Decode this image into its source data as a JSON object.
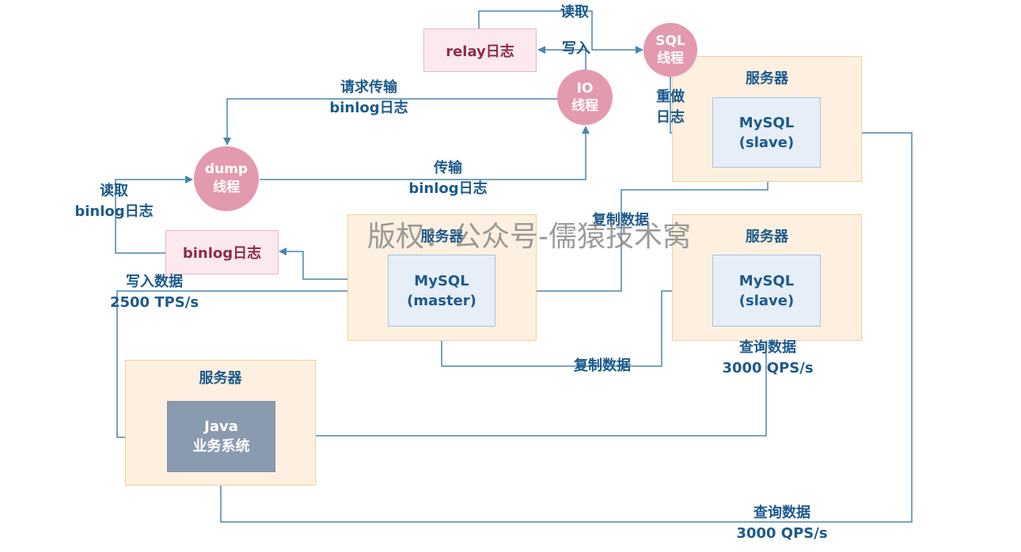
{
  "servers": {
    "slave_top": {
      "title": "服务器",
      "db_name": "MySQL",
      "db_role": "(slave)"
    },
    "master": {
      "title": "服务器",
      "db_name": "MySQL",
      "db_role": "(master)"
    },
    "slave_mid": {
      "title": "服务器",
      "db_name": "MySQL",
      "db_role": "(slave)"
    },
    "java": {
      "title": "服务器",
      "app_line1": "Java",
      "app_line2": "业务系统"
    }
  },
  "logs": {
    "relay": "relay日志",
    "binlog": "binlog日志"
  },
  "threads": {
    "sql": {
      "line1": "SQL",
      "line2": "线程"
    },
    "io": {
      "line1": "IO",
      "line2": "线程"
    },
    "dump": {
      "line1": "dump",
      "line2": "线程"
    }
  },
  "edge_labels": {
    "read_top": "读取",
    "write_in": "写入",
    "request_transfer": {
      "line1": "请求传输",
      "line2": "binlog日志"
    },
    "transfer": {
      "line1": "传输",
      "line2": "binlog日志"
    },
    "read_binlog": {
      "line1": "读取",
      "line2": "binlog日志"
    },
    "redo": {
      "line1": "重做",
      "line2": "日志"
    },
    "replicate_upper": "复制数据",
    "replicate_lower": "复制数据",
    "write_data": {
      "line1": "写入数据",
      "line2": "2500 TPS/s"
    },
    "query_mid": {
      "line1": "查询数据",
      "line2": "3000 QPS/s"
    },
    "query_bottom": {
      "line1": "查询数据",
      "line2": "3000 QPS/s"
    }
  },
  "watermark": "版权：公众号-儒猿技术窝",
  "colors": {
    "line": "#4a86ad",
    "server_fill": "#fdf0e0",
    "thread_fill": "#e39aae"
  }
}
